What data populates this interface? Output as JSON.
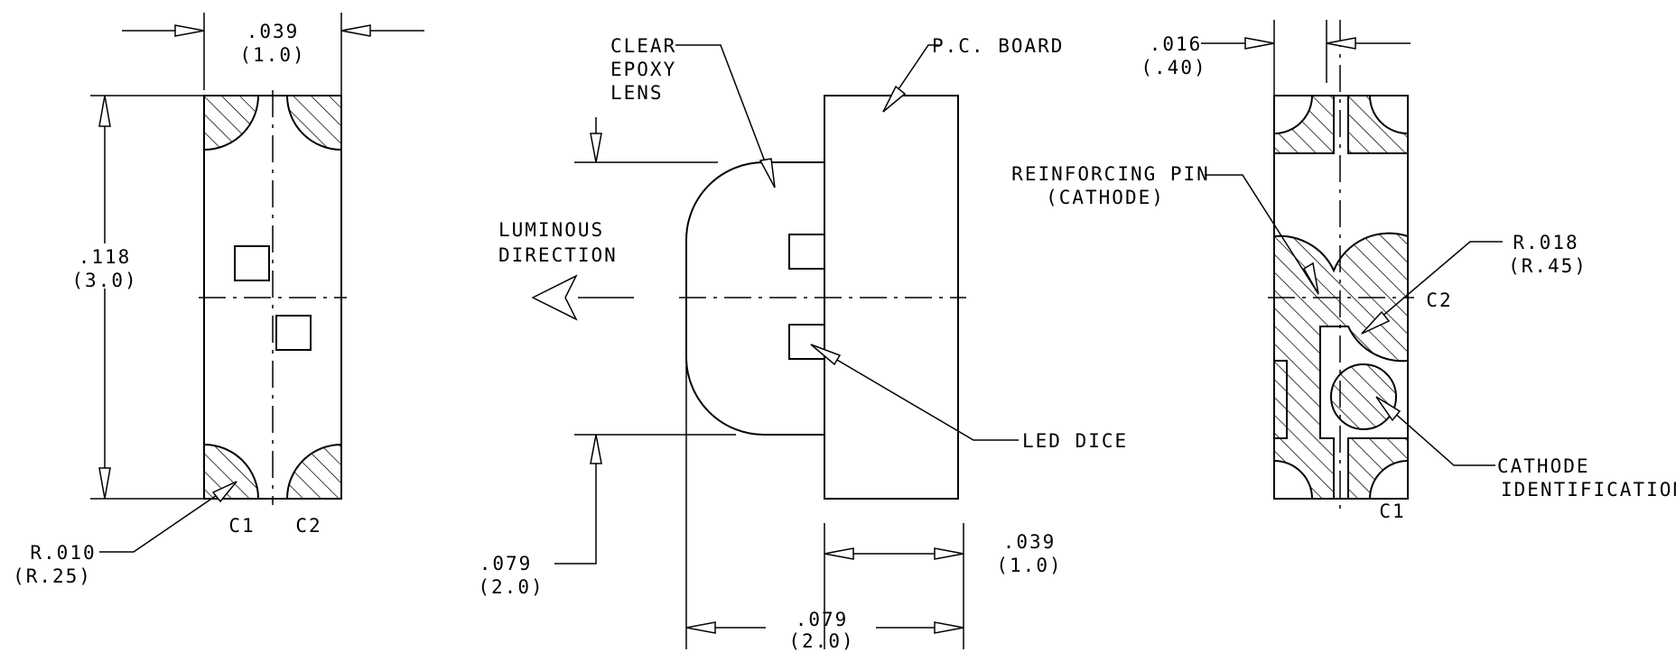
{
  "left_view": {
    "width_in": ".039",
    "width_mm": "(1.0)",
    "height_in": ".118",
    "height_mm": "(3.0)",
    "radius_in": "R.010",
    "radius_mm": "(R.25)",
    "pad_c1": "C1",
    "pad_c2": "C2"
  },
  "side_view": {
    "lens_label": [
      "CLEAR",
      "EPOXY",
      "LENS"
    ],
    "board_label": "P.C. BOARD",
    "luminous_label": [
      "LUMINOUS",
      "DIRECTION"
    ],
    "dice_label": "LED DICE",
    "lens_height_in": ".079",
    "lens_height_mm": "(2.0)",
    "board_thickness_in": ".039",
    "board_thickness_mm": "(1.0)",
    "total_depth_in": ".079",
    "total_depth_mm": "(2.0)"
  },
  "right_view": {
    "width_in": ".016",
    "width_mm": "(.40)",
    "pin_label": [
      "REINFORCING PIN",
      "(CATHODE)"
    ],
    "radius_in": "R.018",
    "radius_mm": "(R.45)",
    "pad_c2": "C2",
    "pad_c1": "C1",
    "cathode_label": [
      "CATHODE",
      "IDENTIFICATION"
    ]
  }
}
